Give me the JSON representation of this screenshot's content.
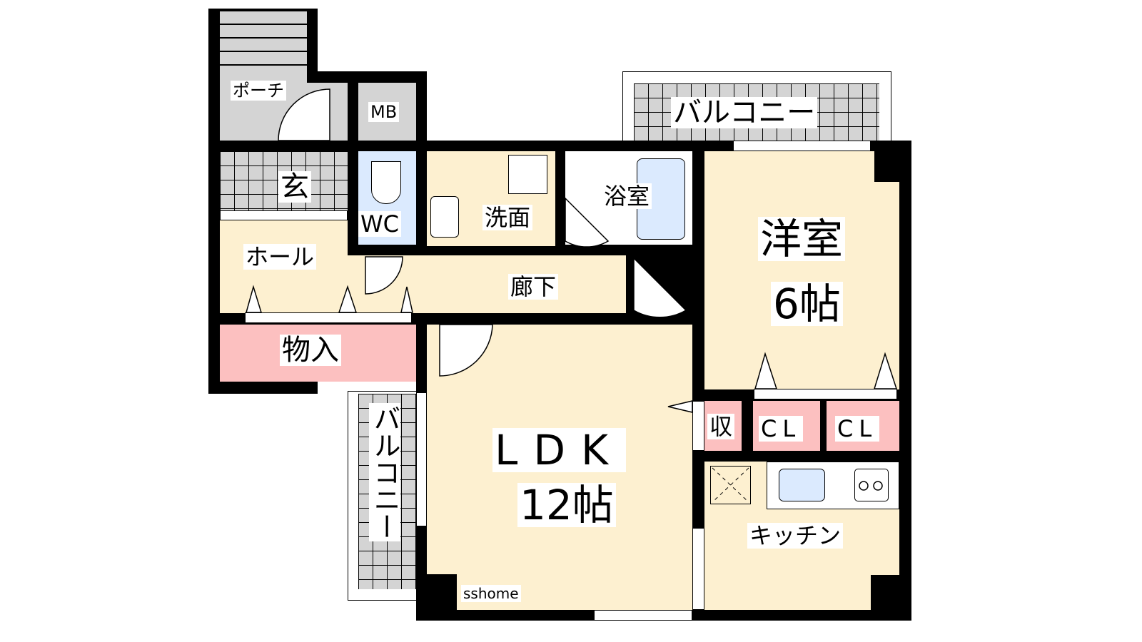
{
  "rooms": {
    "porch": "ポーチ",
    "mb": "MB",
    "genkan": "玄",
    "wc": "WC",
    "hall": "ホール",
    "washroom": "洗面",
    "bath": "浴室",
    "corridor": "廊下",
    "storage": "物入",
    "western_room": "洋室",
    "western_size": "6帖",
    "balcony_top": "バルコニー",
    "balcony_left": "バルコニー",
    "shu": "収",
    "cl1": "CL",
    "cl2": "CL",
    "ldk": "LDK",
    "ldk_size": "12帖",
    "kitchen": "キッチン"
  },
  "watermark": "sshome",
  "colors": {
    "floor": "#fdf0d0",
    "storage": "#fcc0c0",
    "wet": "#dbeafe",
    "outdoor": "#d4d4d4"
  }
}
